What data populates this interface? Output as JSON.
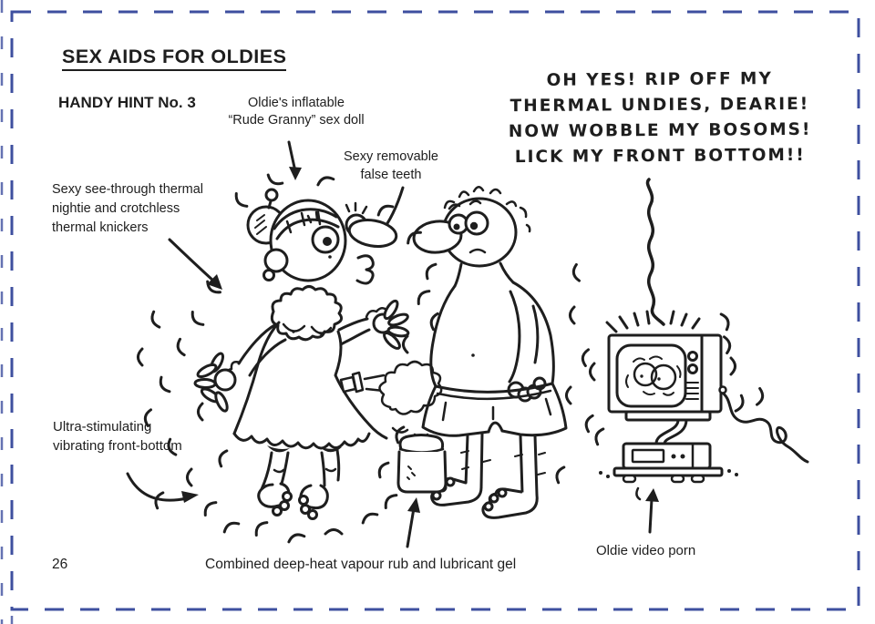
{
  "colors": {
    "ink": "#1e1e1e",
    "accent_blue": "#3e4f9f",
    "paper": "#ffffff"
  },
  "header": {
    "title": "SEX AIDS FOR OLDIES",
    "hint": "HANDY HINT No. 3",
    "page_number": "26"
  },
  "speech": {
    "line1": "OH YES! RIP OFF MY",
    "line2": "THERMAL UNDIES, DEARIE!",
    "line3": "NOW WOBBLE MY BOSOMS!",
    "line4": "LICK MY FRONT BOTTOM!!"
  },
  "annotations": {
    "doll_line1": "Oldie's inflatable",
    "doll_line2": "“Rude Granny” sex doll",
    "teeth_line1": "Sexy removable",
    "teeth_line2": "false teeth",
    "nightie_line1": "Sexy see-through thermal",
    "nightie_line2": "nightie and crotchless",
    "nightie_line3": "thermal knickers",
    "vibrator_line1": "Ultra-stimulating",
    "vibrator_line2": "vibrating front-bottom",
    "gel": "Combined deep-heat vapour rub and lubricant gel",
    "video_porn": "Oldie video porn"
  },
  "figures": {
    "granny_doll": "rude-granny-doll-illustration",
    "old_man": "oldie-man-illustration",
    "jar": "vapour-rub-jar-illustration",
    "tv_vcr": "tv-and-video-player-illustration"
  }
}
